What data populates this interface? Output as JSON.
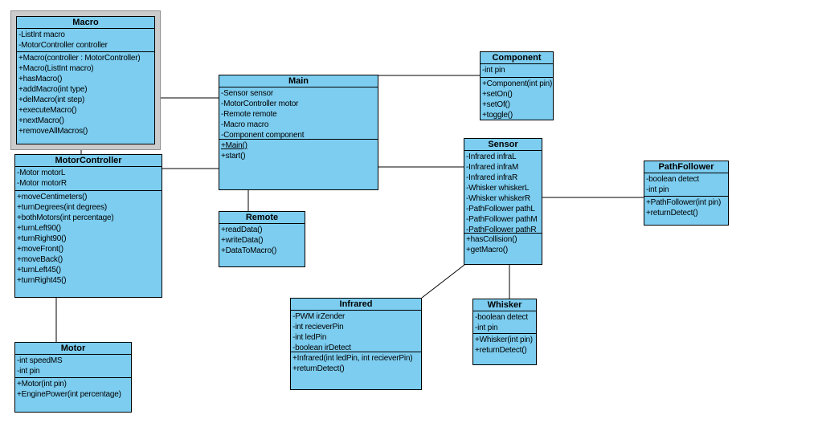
{
  "diagram": {
    "background": "#ffffff",
    "node_fill": "#7ccdf0",
    "node_border": "#000000",
    "selection_frame_color": "#cbcbcb",
    "selected_class": "Macro"
  },
  "classes": {
    "macro": {
      "name": "Macro",
      "attributes": [
        "-ListInt macro",
        "-MotorController controller"
      ],
      "methods": [
        "+Macro(controller : MotorController)",
        "+Macro(ListInt macro)",
        "+hasMacro()",
        "+addMacro(int type)",
        "+delMacro(int step)",
        "+executeMacro()",
        "+nextMacro()",
        "+removeAllMacros()"
      ]
    },
    "motorcontroller": {
      "name": "MotorController",
      "attributes": [
        "-Motor motorL",
        "-Motor motorR"
      ],
      "methods": [
        "+moveCentimeters()",
        "+turnDegrees(int degrees)",
        "+bothMotors(int percentage)",
        "+turnLeft90()",
        "+turnRight90()",
        "+moveFront()",
        "+moveBack()",
        "+turnLeft45()",
        "+turnRight45()"
      ]
    },
    "motor": {
      "name": "Motor",
      "attributes": [
        "-int speedMS",
        "-int pin"
      ],
      "methods": [
        "+Motor(int pin)",
        "+EnginePower(int percentage)"
      ]
    },
    "main": {
      "name": "Main",
      "attributes": [
        "-Sensor sensor",
        "-MotorController motor",
        "-Remote remote",
        "-Macro macro",
        "-Component component"
      ],
      "methods": [
        "+Main()",
        "+start()"
      ],
      "underlined_methods": [
        0
      ]
    },
    "remote": {
      "name": "Remote",
      "attributes": [],
      "methods": [
        "+readData()",
        "+writeData()",
        "+DataToMacro()"
      ]
    },
    "component": {
      "name": "Component",
      "attributes": [
        "-int pin"
      ],
      "methods": [
        "+Component(int pin)",
        "+setOn()",
        "+setOf()",
        "+toggle()"
      ]
    },
    "sensor": {
      "name": "Sensor",
      "attributes": [
        "-Infrared infraL",
        "-Infrared infraM",
        "-Infrared infraR",
        "-Whisker whiskerL",
        "-Whisker whiskerR",
        "-PathFollower pathL",
        "-PathFollower pathM",
        "-PathFollower pathR"
      ],
      "methods": [
        "+hasCollision()",
        "+getMacro()"
      ]
    },
    "pathfollower": {
      "name": "PathFollower",
      "attributes": [
        "-boolean detect",
        "-int pin"
      ],
      "methods": [
        "+PathFollower(int pin)",
        "+returnDetect()"
      ]
    },
    "infrared": {
      "name": "Infrared",
      "attributes": [
        "-PWM irZender",
        "-int recieverPin",
        "-int ledPin",
        "-boolean irDetect"
      ],
      "methods": [
        "+Infrared(int ledPin, int recieverPin)",
        "+returnDetect()"
      ]
    },
    "whisker": {
      "name": "Whisker",
      "attributes": [
        "-boolean detect",
        "-int pin"
      ],
      "methods": [
        "+Whisker(int pin)",
        "+returnDetect()"
      ]
    }
  },
  "connections": [
    {
      "from": "Macro",
      "to": "MotorController"
    },
    {
      "from": "Macro",
      "to": "Main"
    },
    {
      "from": "MotorController",
      "to": "Main"
    },
    {
      "from": "MotorController",
      "to": "Motor"
    },
    {
      "from": "Main",
      "to": "Remote"
    },
    {
      "from": "Main",
      "to": "Component"
    },
    {
      "from": "Main",
      "to": "Sensor"
    },
    {
      "from": "Sensor",
      "to": "PathFollower"
    },
    {
      "from": "Sensor",
      "to": "Infrared"
    },
    {
      "from": "Sensor",
      "to": "Whisker"
    }
  ]
}
